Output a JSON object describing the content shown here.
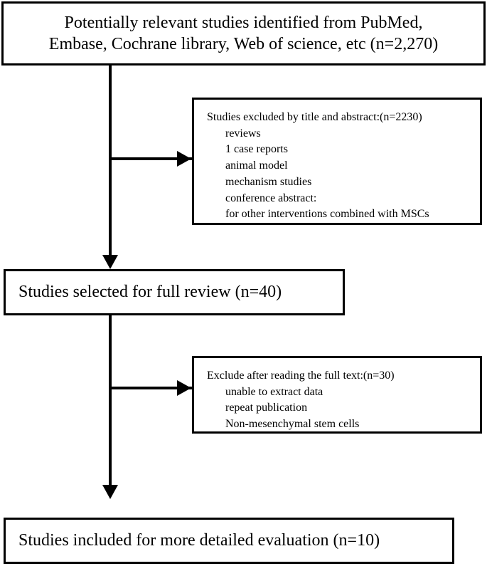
{
  "diagram": {
    "type": "prisma-study-selection-flowchart",
    "nodes": {
      "identified": {
        "line1": "Potentially relevant studies identified from PubMed,",
        "line2": "Embase, Cochrane library, Web of science, etc (n=2,270)",
        "count": "2,270"
      },
      "excluded_title_abstract": {
        "heading": "Studies excluded by title and abstract:(n=2230)",
        "count": "2230",
        "reasons": [
          "reviews",
          "1 case reports",
          "animal model",
          "mechanism studies",
          "conference abstract:",
          "for other interventions combined with MSCs"
        ]
      },
      "selected_full_review": {
        "text": "Studies selected for full review (n=40)",
        "count": "40"
      },
      "excluded_full_text": {
        "heading": "Exclude after reading the full text:(n=30)",
        "count": "30",
        "reasons": [
          "unable to extract data",
          "repeat publication",
          "Non-mesenchymal stem cells"
        ]
      },
      "included_detailed": {
        "text": "Studies included for more detailed evaluation (n=10)",
        "count": "10"
      }
    },
    "colors": {
      "stroke": "#000000",
      "fill": "#ffffff",
      "text": "#000000"
    }
  }
}
